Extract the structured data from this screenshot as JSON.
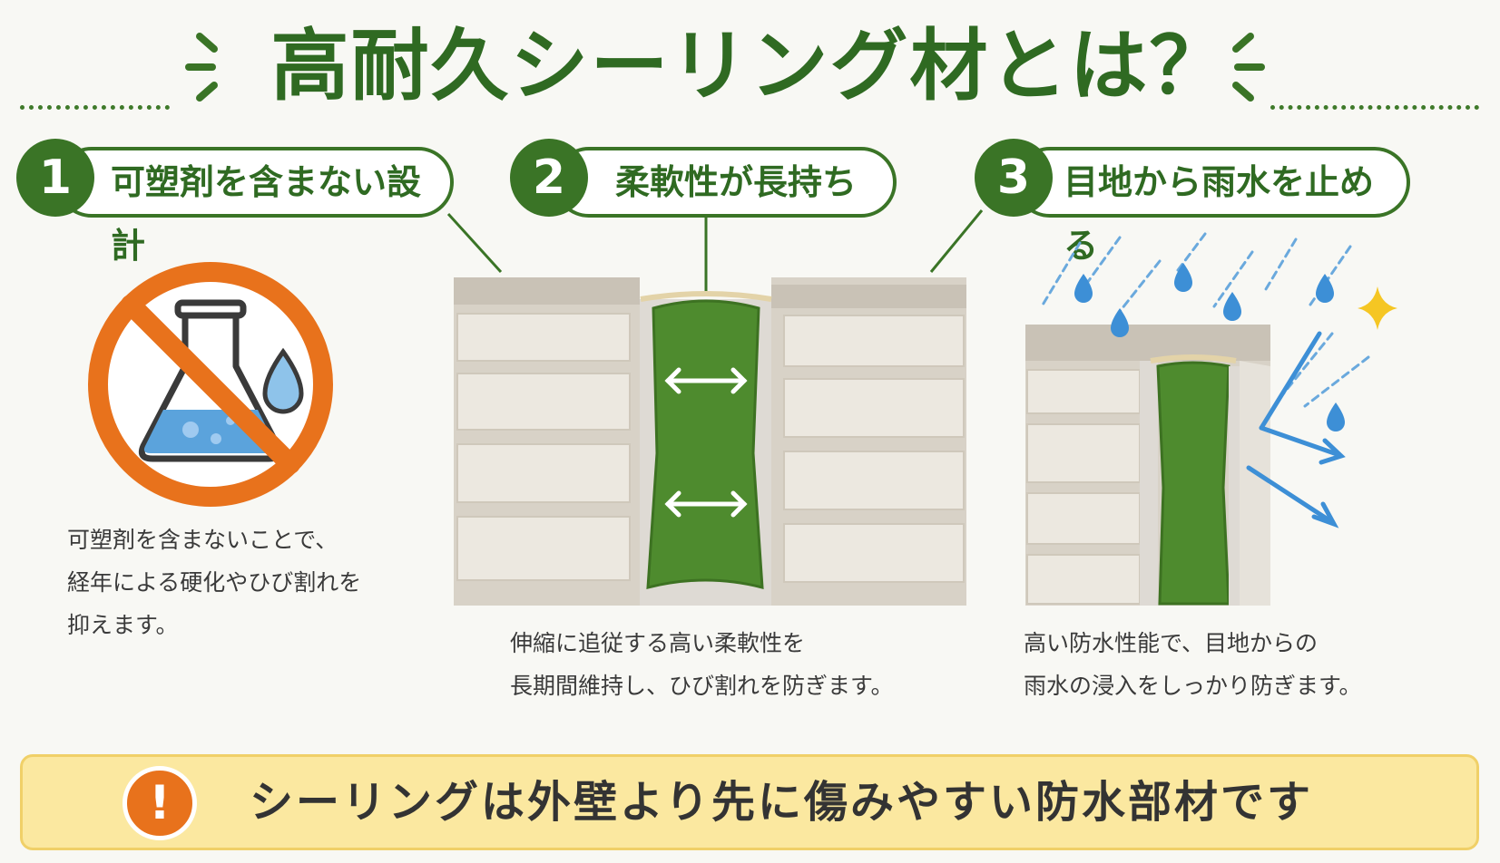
{
  "title": "高耐久シーリング材とは？",
  "points": [
    {
      "num": "1",
      "label": "可塑剤を含まない設計",
      "desc": "可塑剤を含まないことで、\n経年による硬化やひび割れを\n抑えます。"
    },
    {
      "num": "2",
      "label": "柔軟性が長持ち",
      "desc": "伸縮に追従する高い柔軟性を\n長期間維持し、ひび割れを防ぎます。"
    },
    {
      "num": "3",
      "label": "目地から雨水を止める",
      "desc": "高い防水性能で、目地からの\n雨水の浸入をしっかり防ぎます。"
    }
  ],
  "warning": {
    "icon": "!",
    "text": "シーリングは外壁より先に傷みやすい防水部材です"
  },
  "icons": [
    "no-plasticizer-icon",
    "flask-icon",
    "water-drop-icon",
    "double-arrow-icon",
    "rain-icon",
    "sparkle-icon",
    "exclamation-icon"
  ],
  "colors": {
    "green": "#3a7426",
    "title_green": "#2f6a22",
    "orange": "#e8721c",
    "water_blue": "#3d8fd6",
    "banner_yellow": "#fbe8a0",
    "wall": "#ece8e0"
  }
}
